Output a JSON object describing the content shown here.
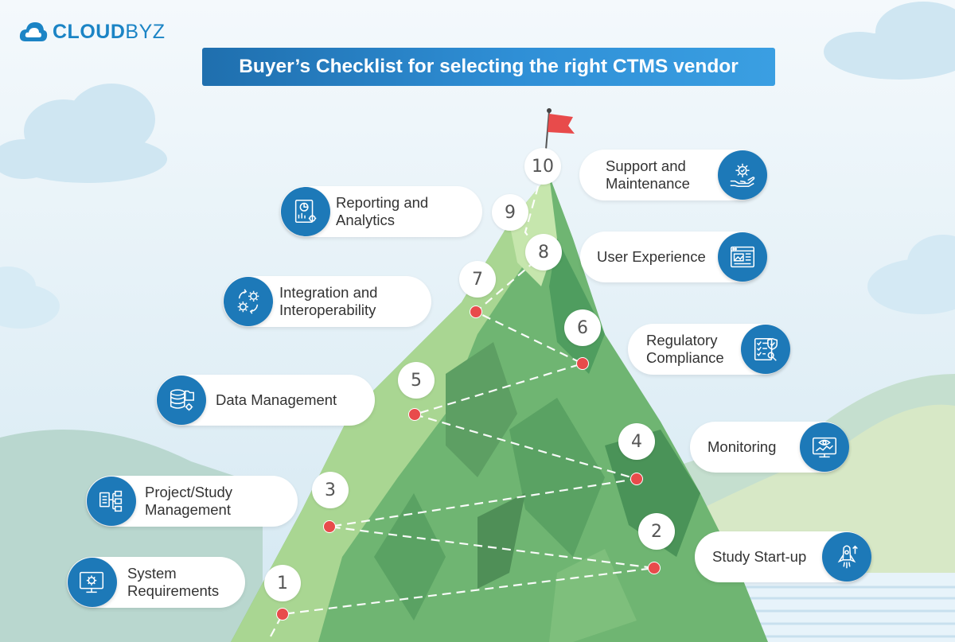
{
  "brand": {
    "name_bold": "CLOUD",
    "name_light": "BYZ"
  },
  "title": "Buyer’s Checklist for selecting the right CTMS vendor",
  "colors": {
    "accent": "#1d79b8",
    "mountain_light": "#a7d591",
    "mountain_dark": "#4f9d5f",
    "dot": "#e84b4b"
  },
  "steps": [
    {
      "number": "1",
      "label_lines": [
        "System",
        "Requirements"
      ],
      "icon": "monitor-gear-icon"
    },
    {
      "number": "2",
      "label_lines": [
        "Study Start-up"
      ],
      "icon": "rocket-icon"
    },
    {
      "number": "3",
      "label_lines": [
        "Project/Study",
        "Management"
      ],
      "icon": "document-flow-icon"
    },
    {
      "number": "4",
      "label_lines": [
        "Monitoring"
      ],
      "icon": "monitor-eye-icon"
    },
    {
      "number": "5",
      "label_lines": [
        "Data Management"
      ],
      "icon": "database-folder-icon"
    },
    {
      "number": "6",
      "label_lines": [
        "Regulatory",
        "Compliance"
      ],
      "icon": "checklist-shield-icon"
    },
    {
      "number": "7",
      "label_lines": [
        "Integration and",
        "Interoperability"
      ],
      "icon": "gears-cycle-icon"
    },
    {
      "number": "8",
      "label_lines": [
        "User Experience"
      ],
      "icon": "browser-window-icon"
    },
    {
      "number": "9",
      "label_lines": [
        "Reporting and",
        "Analytics"
      ],
      "icon": "report-chart-icon"
    },
    {
      "number": "10",
      "label_lines": [
        "Support and",
        "Maintenance"
      ],
      "icon": "hand-gear-icon"
    }
  ]
}
